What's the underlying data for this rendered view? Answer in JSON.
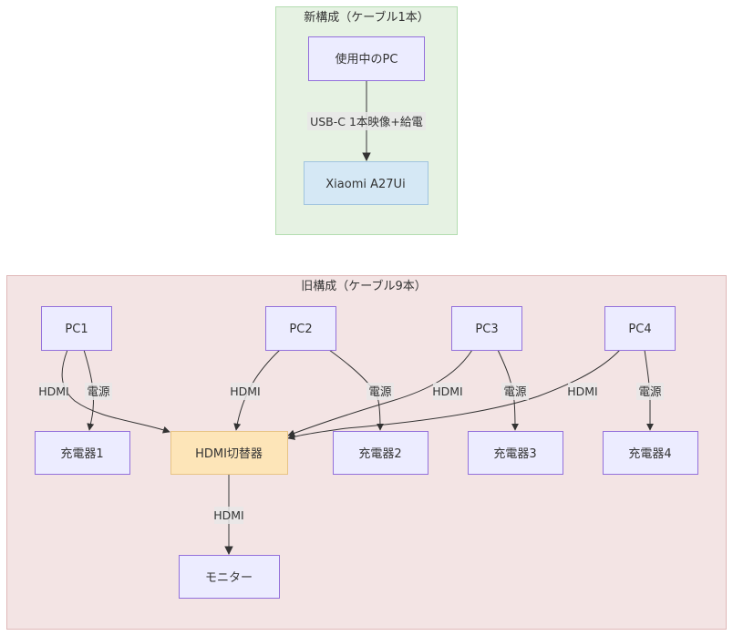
{
  "colors": {
    "node_fill": "#ECECFF",
    "node_border": "#9370DB",
    "new_cluster_fill": "#E6F2E3",
    "new_cluster_border": "#B3DDB0",
    "old_cluster_fill": "#F3E4E4",
    "old_cluster_border": "#E0B8B8",
    "xiaomi_fill": "#D5E8F5",
    "xiaomi_border": "#A0C4DF",
    "switch_fill": "#FDE5B8",
    "switch_border": "#E8C485",
    "edge": "#333333"
  },
  "clusters": {
    "new": {
      "title": "新構成（ケーブル1本）"
    },
    "old": {
      "title": "旧構成（ケーブル9本）"
    }
  },
  "nodes": {
    "pc_in_use": "使用中のPC",
    "xiaomi": "Xiaomi A27Ui",
    "pc1": "PC1",
    "pc2": "PC2",
    "pc3": "PC3",
    "pc4": "PC4",
    "charger1": "充電器1",
    "hdmi_switch": "HDMI切替器",
    "charger2": "充電器2",
    "charger3": "充電器3",
    "charger4": "充電器4",
    "monitor": "モニター"
  },
  "edges": [
    {
      "from": "pc_in_use",
      "to": "xiaomi",
      "label": "USB-C 1本映像+給電"
    },
    {
      "from": "pc1",
      "to": "hdmi_switch",
      "label": "HDMI"
    },
    {
      "from": "pc1",
      "to": "charger1",
      "label": "電源"
    },
    {
      "from": "pc2",
      "to": "hdmi_switch",
      "label": "HDMI"
    },
    {
      "from": "pc2",
      "to": "charger2",
      "label": "電源"
    },
    {
      "from": "pc3",
      "to": "hdmi_switch",
      "label": "HDMI"
    },
    {
      "from": "pc3",
      "to": "charger3",
      "label": "電源"
    },
    {
      "from": "pc4",
      "to": "hdmi_switch",
      "label": "HDMI"
    },
    {
      "from": "pc4",
      "to": "charger4",
      "label": "電源"
    },
    {
      "from": "hdmi_switch",
      "to": "monitor",
      "label": "HDMI"
    }
  ]
}
